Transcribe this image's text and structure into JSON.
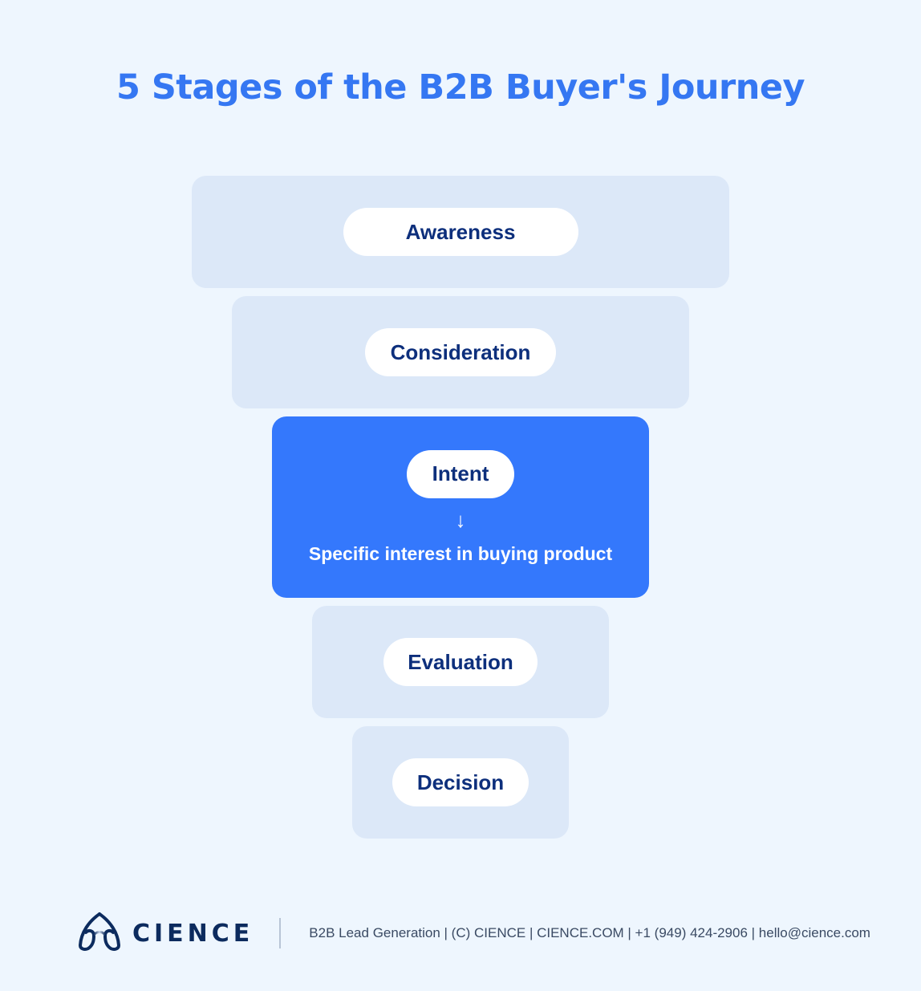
{
  "title": "5 Stages of the B2B Buyer's Journey",
  "colors": {
    "background": "#eef6fe",
    "title": "#3577f2",
    "stage_box": "#dce8f8",
    "stage_active": "#3478fc",
    "pill_text": "#0d2f7c",
    "logo": "#0c2b5e"
  },
  "stages": [
    {
      "label": "Awareness",
      "active": false
    },
    {
      "label": "Consideration",
      "active": false
    },
    {
      "label": "Intent",
      "active": true,
      "arrow": "↓",
      "description": "Specific interest in buying product"
    },
    {
      "label": "Evaluation",
      "active": false
    },
    {
      "label": "Decision",
      "active": false
    }
  ],
  "footer": {
    "logo_text": "CIENCE",
    "logo_icon": "cience-logo-icon",
    "info": "B2B Lead Generation | (C) CIENCE | CIENCE.COM | +1 (949) 424-2906 | hello@cience.com"
  }
}
